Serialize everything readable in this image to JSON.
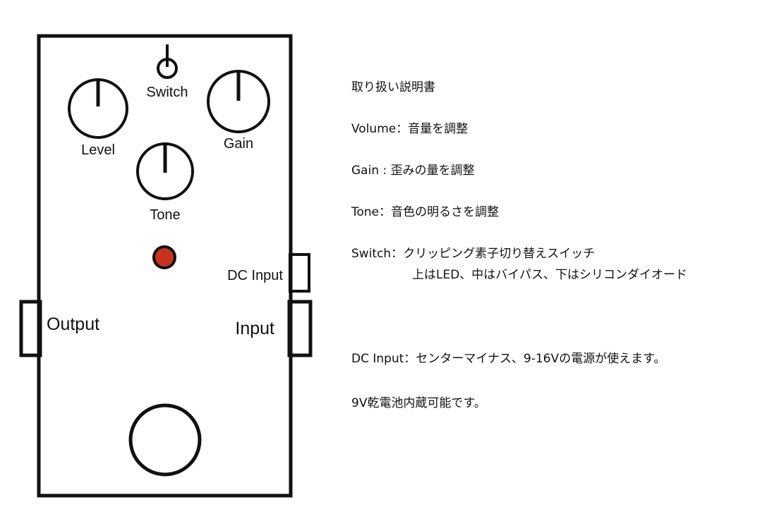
{
  "pedal": {
    "controls": {
      "level": "Level",
      "gain": "Gain",
      "tone": "Tone",
      "switch": "Switch"
    },
    "jacks": {
      "output": "Output",
      "input": "Input",
      "dc_input": "DC Input"
    },
    "led_color": "#c8321e"
  },
  "manual": {
    "title": "取り扱い説明書",
    "volume": "Volume：音量を調整",
    "gain": "Gain : 歪みの量を調整",
    "tone": "Tone：音色の明るさを調整",
    "switch_line1": "Switch：クリッピング素子切り替えスイッチ",
    "switch_line2": "上はLED、中はバイパス、下はシリコンダイオード",
    "dc_input": "DC Input：センターマイナス、9-16Vの電源が使えます。",
    "battery": "9V乾電池内蔵可能です。"
  }
}
